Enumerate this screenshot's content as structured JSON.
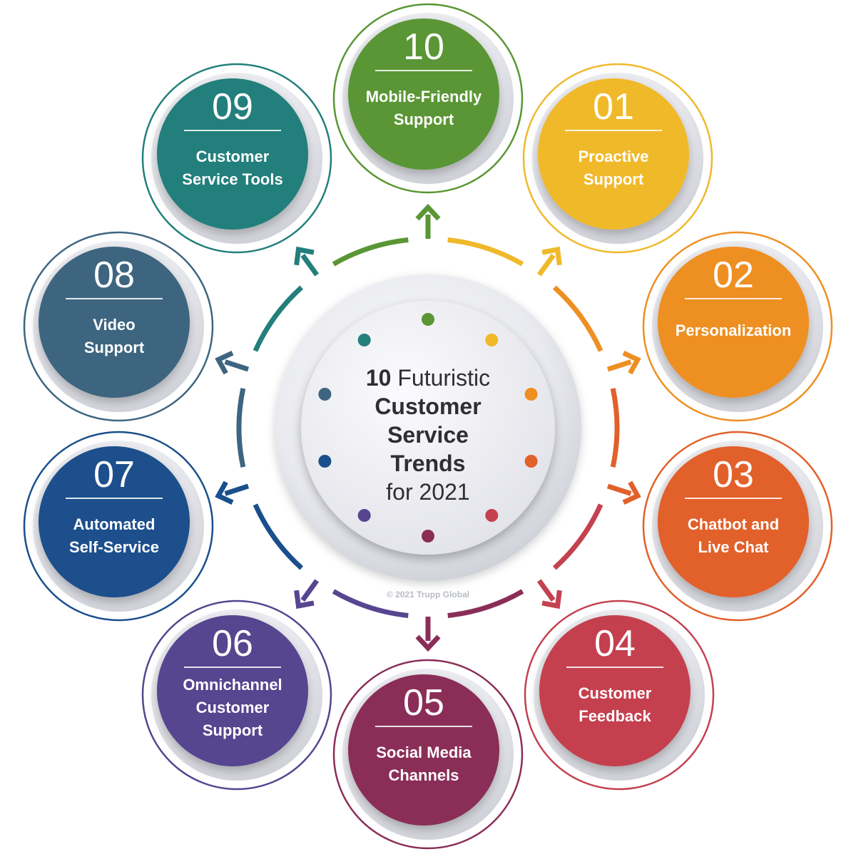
{
  "center": {
    "title_num": "10",
    "title_rest": "Futuristic",
    "line2": "Customer",
    "line3": "Service",
    "line4": "Trends",
    "line5": "for 2021"
  },
  "copyright": "© 2021 Trupp Global",
  "colors": {
    "n01": "#f0b92a",
    "n02": "#ee8f22",
    "n03": "#e2602a",
    "n04": "#c4414f",
    "n05": "#8a2e58",
    "n06": "#56458f",
    "n07": "#1a4f8c",
    "n08": "#3e6580",
    "n09": "#237f7b",
    "n10": "#5a9634"
  },
  "trends": [
    {
      "num": "01",
      "lines": [
        "Proactive",
        "Support"
      ],
      "color_key": "n01"
    },
    {
      "num": "02",
      "lines": [
        "Personalization"
      ],
      "color_key": "n02"
    },
    {
      "num": "03",
      "lines": [
        "Chatbot and",
        "Live Chat"
      ],
      "color_key": "n03"
    },
    {
      "num": "04",
      "lines": [
        "Customer",
        "Feedback"
      ],
      "color_key": "n04"
    },
    {
      "num": "05",
      "lines": [
        "Social Media",
        "Channels"
      ],
      "color_key": "n05"
    },
    {
      "num": "06",
      "lines": [
        "Omnichannel",
        "Customer",
        "Support"
      ],
      "color_key": "n06"
    },
    {
      "num": "07",
      "lines": [
        "Automated",
        "Self-Service"
      ],
      "color_key": "n07"
    },
    {
      "num": "08",
      "lines": [
        "Video",
        "Support"
      ],
      "color_key": "n08"
    },
    {
      "num": "09",
      "lines": [
        "Customer",
        "Service Tools"
      ],
      "color_key": "n09"
    },
    {
      "num": "10",
      "lines": [
        "Mobile-Friendly",
        "Support"
      ],
      "color_key": "n10"
    }
  ]
}
